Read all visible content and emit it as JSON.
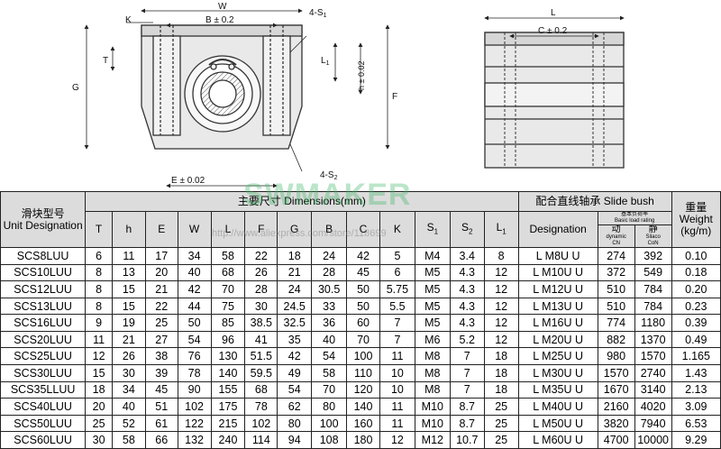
{
  "drawing": {
    "front_labels": {
      "W": "W",
      "B": "B ± 0.2",
      "K": "K",
      "S1": "4-S",
      "S1_sub": "1",
      "T": "T",
      "L1": "L",
      "L1_sub": "1",
      "h": "h ± 0.02",
      "G": "G",
      "F": "F",
      "E": "E ± 0.02",
      "S2": "4-S",
      "S2_sub": "2"
    },
    "side_labels": {
      "L": "L",
      "C": "C ± 0.2"
    }
  },
  "watermarks": {
    "brand": "SWMAKER",
    "url": "http://www.aliexpress.com/store/118699"
  },
  "table": {
    "header": {
      "model_cn": "滑块型号",
      "model_en": "Unit Designation",
      "dims_title": "主要尺寸 Dimensions(mm)",
      "bush_title": "配合直线轴承 Slide bush",
      "weight_cn": "重量",
      "weight_en": "Weight (kg/m)",
      "dim_cols": [
        "T",
        "h",
        "E",
        "W",
        "L",
        "F",
        "G",
        "B",
        "C",
        "K",
        "S",
        "S",
        "L"
      ],
      "dim_subs": [
        "",
        "",
        "",
        "",
        "",
        "",
        "",
        "",
        "",
        "",
        "1",
        "2",
        "1"
      ],
      "bush_designation": "Designation",
      "load_cn": "基本负荷率",
      "load_en": "Basic load rating",
      "dynamic_cn": "动",
      "dynamic_en": "dynamic",
      "dynamic_sym": "CN",
      "static_cn": "静",
      "static_en": "Silaco",
      "static_sym": "CoN"
    },
    "rows": [
      {
        "model": "SCS8LUU",
        "T": "6",
        "h": "11",
        "E": "17",
        "W": "34",
        "L": "58",
        "F": "22",
        "G": "18",
        "B": "24",
        "C": "42",
        "K": "5",
        "S1": "M4",
        "S2": "3.4",
        "L1": "8",
        "bush": "L M8U U",
        "dyn": "274",
        "sta": "392",
        "weight": "0.10"
      },
      {
        "model": "SCS10LUU",
        "T": "8",
        "h": "13",
        "E": "20",
        "W": "40",
        "L": "68",
        "F": "26",
        "G": "21",
        "B": "28",
        "C": "45",
        "K": "6",
        "S1": "M5",
        "S2": "4.3",
        "L1": "12",
        "bush": "L M10U U",
        "dyn": "372",
        "sta": "549",
        "weight": "0.18"
      },
      {
        "model": "SCS12LUU",
        "T": "8",
        "h": "15",
        "E": "21",
        "W": "42",
        "L": "70",
        "F": "28",
        "G": "24",
        "B": "30.5",
        "C": "50",
        "K": "5.75",
        "S1": "M5",
        "S2": "4.3",
        "L1": "12",
        "bush": "L M12U U",
        "dyn": "510",
        "sta": "784",
        "weight": "0.20"
      },
      {
        "model": "SCS13LUU",
        "T": "8",
        "h": "15",
        "E": "22",
        "W": "44",
        "L": "75",
        "F": "30",
        "G": "24.5",
        "B": "33",
        "C": "50",
        "K": "5.5",
        "S1": "M5",
        "S2": "4.3",
        "L1": "12",
        "bush": "L M13U U",
        "dyn": "510",
        "sta": "784",
        "weight": "0.23"
      },
      {
        "model": "SCS16LUU",
        "T": "9",
        "h": "19",
        "E": "25",
        "W": "50",
        "L": "85",
        "F": "38.5",
        "G": "32.5",
        "B": "36",
        "C": "60",
        "K": "7",
        "S1": "M5",
        "S2": "4.3",
        "L1": "12",
        "bush": "L M16U U",
        "dyn": "774",
        "sta": "1180",
        "weight": "0.39"
      },
      {
        "model": "SCS20LUU",
        "T": "11",
        "h": "21",
        "E": "27",
        "W": "54",
        "L": "96",
        "F": "41",
        "G": "35",
        "B": "40",
        "C": "70",
        "K": "7",
        "S1": "M6",
        "S2": "5.2",
        "L1": "12",
        "bush": "L M20U U",
        "dyn": "882",
        "sta": "1370",
        "weight": "0.49"
      },
      {
        "model": "SCS25LUU",
        "T": "12",
        "h": "26",
        "E": "38",
        "W": "76",
        "L": "130",
        "F": "51.5",
        "G": "42",
        "B": "54",
        "C": "100",
        "K": "11",
        "S1": "M8",
        "S2": "7",
        "L1": "18",
        "bush": "L M25U U",
        "dyn": "980",
        "sta": "1570",
        "weight": "1.165"
      },
      {
        "model": "SCS30LUU",
        "T": "15",
        "h": "30",
        "E": "39",
        "W": "78",
        "L": "140",
        "F": "59.5",
        "G": "49",
        "B": "58",
        "C": "110",
        "K": "10",
        "S1": "M8",
        "S2": "7",
        "L1": "18",
        "bush": "L M30U U",
        "dyn": "1570",
        "sta": "2740",
        "weight": "1.43"
      },
      {
        "model": "SCS35LLUU",
        "T": "18",
        "h": "34",
        "E": "45",
        "W": "90",
        "L": "155",
        "F": "68",
        "G": "54",
        "B": "70",
        "C": "120",
        "K": "10",
        "S1": "M8",
        "S2": "7",
        "L1": "18",
        "bush": "L M35U U",
        "dyn": "1670",
        "sta": "3140",
        "weight": "2.13"
      },
      {
        "model": "SCS40LUU",
        "T": "20",
        "h": "40",
        "E": "51",
        "W": "102",
        "L": "175",
        "F": "78",
        "G": "62",
        "B": "80",
        "C": "140",
        "K": "11",
        "S1": "M10",
        "S2": "8.7",
        "L1": "25",
        "bush": "L M40U U",
        "dyn": "2160",
        "sta": "4020",
        "weight": "3.09"
      },
      {
        "model": "SCS50LUU",
        "T": "25",
        "h": "52",
        "E": "61",
        "W": "122",
        "L": "215",
        "F": "102",
        "G": "80",
        "B": "100",
        "C": "160",
        "K": "11",
        "S1": "M10",
        "S2": "8.7",
        "L1": "25",
        "bush": "L M50U U",
        "dyn": "3820",
        "sta": "7940",
        "weight": "6.53"
      },
      {
        "model": "SCS60LUU",
        "T": "30",
        "h": "58",
        "E": "66",
        "W": "132",
        "L": "240",
        "F": "114",
        "G": "94",
        "B": "108",
        "C": "180",
        "K": "12",
        "S1": "M12",
        "S2": "10.7",
        "L1": "25",
        "bush": "L M60U U",
        "dyn": "4700",
        "sta": "10000",
        "weight": "9.29"
      }
    ]
  }
}
